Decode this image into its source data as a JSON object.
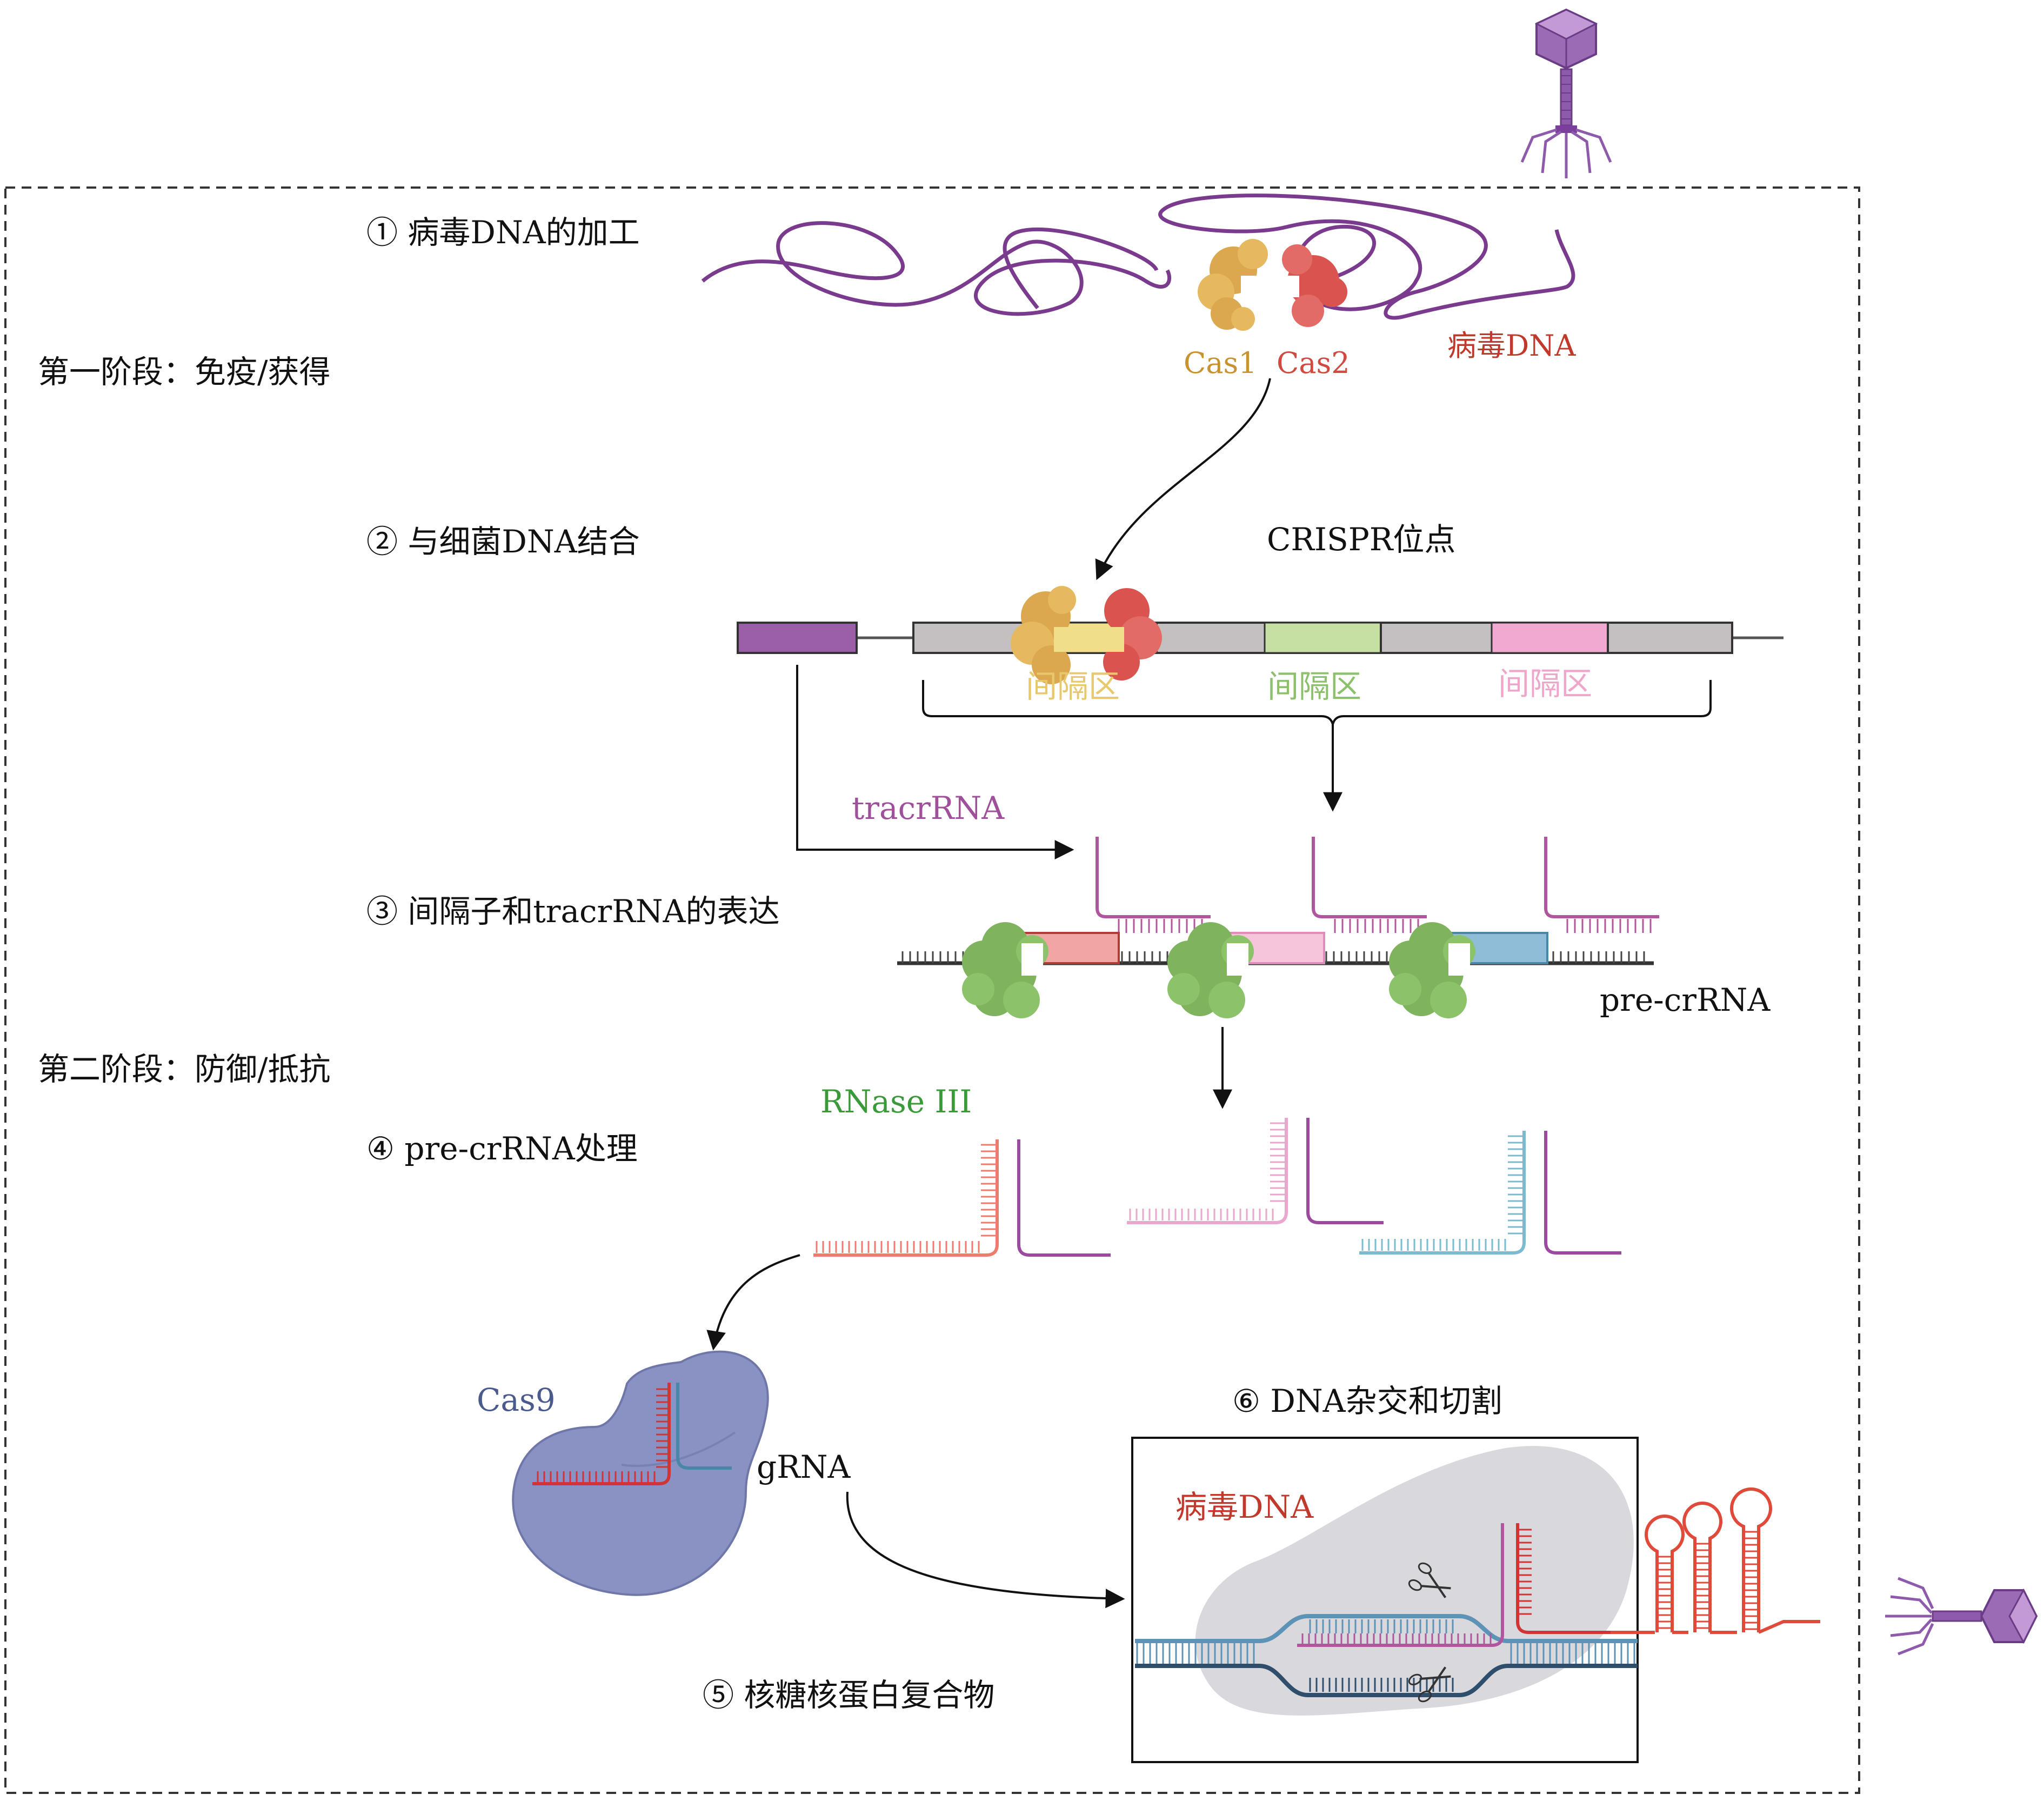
{
  "steps": {
    "s1": "① 病毒DNA的加工",
    "s2": "② 与细菌DNA结合",
    "s3": "③ 间隔子和tracrRNA的表达",
    "s4": "④ pre-crRNA处理",
    "s5": "⑤ 核糖核蛋白复合物",
    "s6": "⑥ DNA杂交和切割"
  },
  "phases": {
    "p1": "第一阶段：免疫/获得",
    "p2": "第二阶段：防御/抵抗"
  },
  "labels": {
    "cas1": "Cas1",
    "cas2": "Cas2",
    "viral_dna_top": "病毒DNA",
    "crispr_locus": "CRISPR位点",
    "spacer_1": "间隔区",
    "spacer_2": "间隔区",
    "spacer_3": "间隔区",
    "tracrrna": "tracrRNA",
    "pre_crrna": "pre-crRNA",
    "rnase": "RNase III",
    "cas9": "Cas9",
    "grna": "gRNA",
    "viral_dna_box": "病毒DNA"
  },
  "colors": {
    "purple": "#7a3a8e",
    "cas1": "#dba74f",
    "cas2": "#d9534f",
    "red_label": "#c0392b",
    "green_label": "#3a9a3a",
    "cas9_label": "#4b5a8c",
    "tracr": "#b0569e",
    "spacer_yellow": "#f1de8a",
    "spacer_green": "#c6e0a4",
    "spacer_pink": "#f1a9d1",
    "repeat_gray": "#c4bfc0",
    "rnase_green": "#7fb35e",
    "cas9_body": "#8a92c3",
    "salmon": "#ef7b6c",
    "pink": "#eaa6cc",
    "teal": "#7cbbcf",
    "dna_blue": "#5c93b6",
    "dna_dark": "#2f4e6b",
    "box_gray": "#d9d9dd"
  },
  "icons": [
    "bacteriophage-icon",
    "scissors-icon"
  ]
}
